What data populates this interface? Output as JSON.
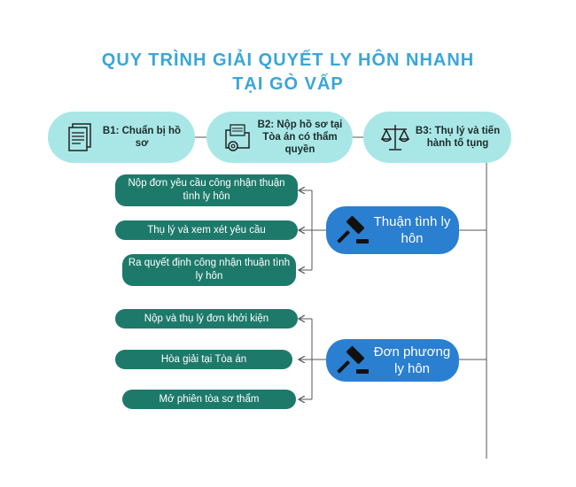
{
  "title": {
    "line1": "QUY TRÌNH GIẢI QUYẾT LY HÔN NHANH",
    "line2": "TẠI GÒ VẤP"
  },
  "steps": [
    {
      "label": "B1: Chuẩn bị hồ sơ",
      "icon": "documents-icon"
    },
    {
      "label": "B2: Nộp hồ sơ tại Tòa án có thẩm quyền",
      "icon": "folder-gear-icon"
    },
    {
      "label": "B3: Thụ lý và tiến hành tố tụng",
      "icon": "scales-icon"
    }
  ],
  "branches": [
    {
      "label": "Thuận tình ly hôn",
      "icon": "gavel-icon",
      "items": [
        "Nộp đơn yêu cầu công nhận thuận tình ly hôn",
        "Thụ lý và xem xét yêu cầu",
        "Ra quyết định công nhận thuận tình ly hôn"
      ]
    },
    {
      "label": "Đơn phương ly hôn",
      "icon": "gavel-icon",
      "items": [
        "Nộp và thụ lý đơn khởi kiện",
        "Hòa giải tại Tòa án",
        "Mở phiên tòa sơ thẩm"
      ]
    }
  ],
  "colors": {
    "title": "#3aa6d8",
    "step_bg": "#a9e7e7",
    "branch_bg": "#2a7fd0",
    "item_bg": "#1d7a6b",
    "connector": "#555555"
  }
}
